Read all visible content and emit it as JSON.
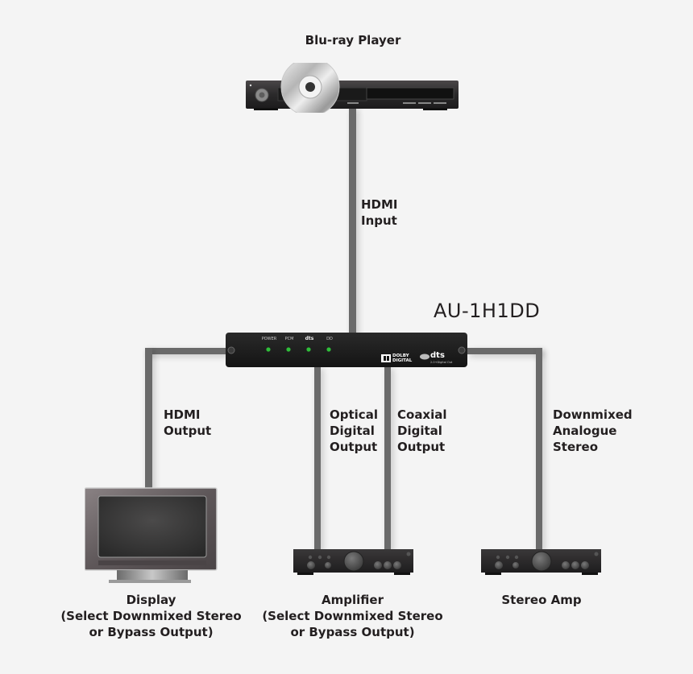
{
  "diagram": {
    "model_name": "AU-1H1DD",
    "source": {
      "label": "Blu-ray Player"
    },
    "input_label": "HDMI\nInput",
    "converter": {
      "indicators": [
        "POWER",
        "PCM",
        "dts",
        "DD"
      ],
      "led_color": "#2fbf3a",
      "logos": {
        "dolby": "DOLBY\nDIGITAL",
        "dts": "dts",
        "dts_sub": "2.0+Digital Out"
      }
    },
    "outputs": [
      {
        "label": "HDMI\nOutput"
      },
      {
        "label": "Optical\nDigital\nOutput"
      },
      {
        "label": "Coaxial\nDigital\nOutput"
      },
      {
        "label": "Downmixed\nAnalogue\nStereo"
      }
    ],
    "sinks": [
      {
        "label": "Display\n(Select Downmixed Stereo\nor Bypass Output)"
      },
      {
        "label": "Amplifier\n(Select Downmixed Stereo\nor Bypass Output)"
      },
      {
        "label": "Stereo Amp"
      }
    ],
    "colors": {
      "background": "#f4f4f4",
      "cable": "#6a6a6a",
      "device_body": "#2b2a2b",
      "text": "#231f20"
    }
  }
}
